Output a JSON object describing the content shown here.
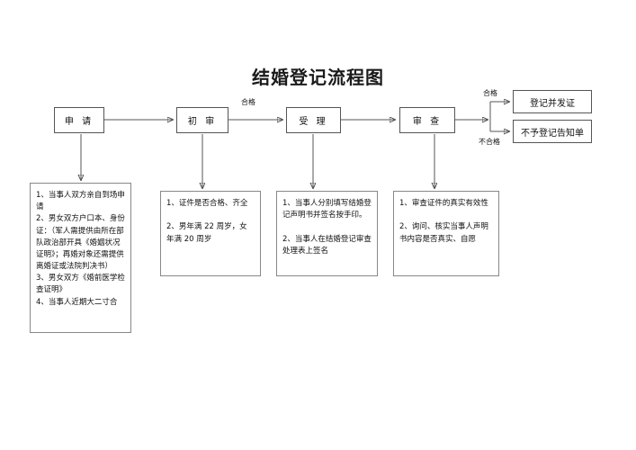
{
  "title": "结婚登记流程图",
  "process_nodes": [
    {
      "id": "apply",
      "label": "申 请"
    },
    {
      "id": "initial",
      "label": "初 审"
    },
    {
      "id": "accept",
      "label": "受 理"
    },
    {
      "id": "examine",
      "label": "审 查"
    }
  ],
  "result_nodes": [
    {
      "id": "pass",
      "label": "登记并发证"
    },
    {
      "id": "fail",
      "label": "不予登记告知单"
    }
  ],
  "edge_labels": {
    "initial_to_accept": "合格",
    "branch_pass": "合格",
    "branch_fail": "不合格"
  },
  "detail_boxes": [
    {
      "id": "apply-details",
      "text": "1、当事人双方亲自到场申请\n2、男女双方户口本、身份证：（军人需提供由所在部队政治部开具《婚姻状况证明》；再婚对象还需提供离婚证或法院判决书）\n3、男女双方《婚前医学检查证明》\n4、当事人近期大二寸合"
    },
    {
      "id": "initial-details",
      "text": "1、证件是否合格、齐全\n\n2、男年满 22 周岁，女年满 20 周岁"
    },
    {
      "id": "accept-details",
      "text": "1、当事人分别填写结婚登记声明书并签名按手印。\n\n2、当事人在结婚登记审查处理表上签名"
    },
    {
      "id": "examine-details",
      "text": "1、审查证件的真实有效性\n\n2、询问、核实当事人声明书内容是否真实、自愿"
    }
  ],
  "colors": {
    "line": "#555555",
    "text": "#111111",
    "background": "#ffffff"
  }
}
